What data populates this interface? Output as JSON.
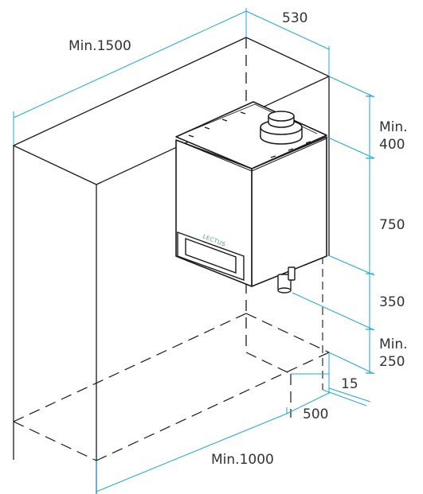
{
  "colors": {
    "outline": "#1a1a1a",
    "dimension": "#1fa8d8",
    "dim_text": "#333333",
    "brand": "#4aa564"
  },
  "boiler": {
    "brand": "LECTUS"
  },
  "dimensions": {
    "width_total": "Min.1500",
    "depth_top": "530",
    "clear_top_1": "Min.",
    "clear_top_2": "400",
    "height": "750",
    "gap": "350",
    "clear_bottom_1": "Min.",
    "clear_bottom_2": "250",
    "wall_offset": "15",
    "depth_front": "500",
    "width_front": "Min.1000"
  }
}
